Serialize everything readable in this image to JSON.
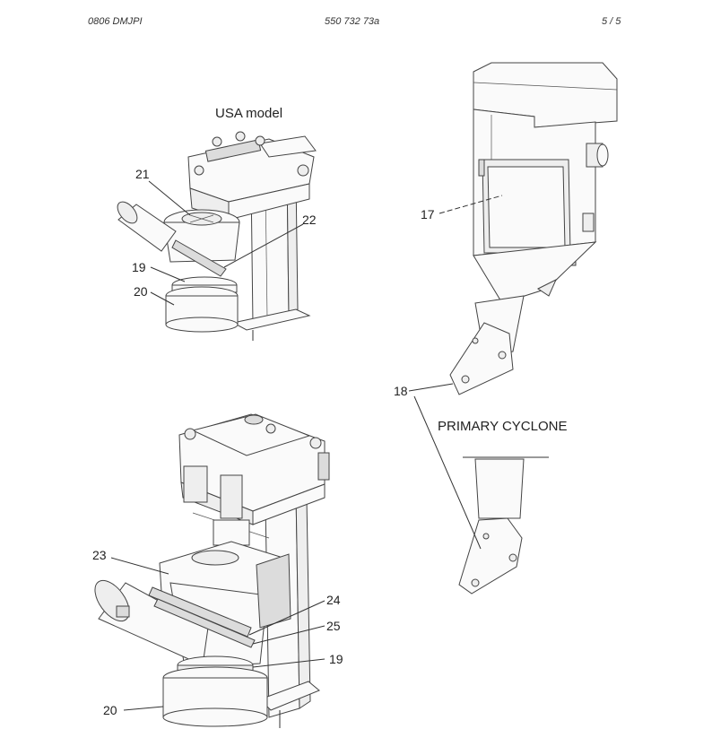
{
  "header": {
    "left": "0806  DMJPI",
    "center": "550 732 73a",
    "right": "5 / 5"
  },
  "figure_titles": {
    "usa_model": "USA model",
    "primary_cyclone": "PRIMARY CYCLONE"
  },
  "callouts": {
    "c21": "21",
    "c22": "22",
    "c19_top": "19",
    "c20_top": "20",
    "c17": "17",
    "c18": "18",
    "c23": "23",
    "c24": "24",
    "c25": "25",
    "c19_bottom": "19",
    "c20_bottom": "20"
  }
}
